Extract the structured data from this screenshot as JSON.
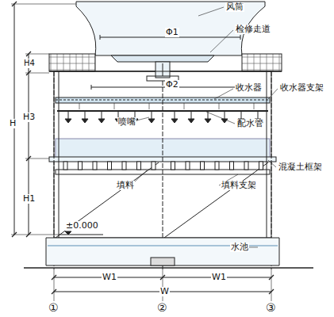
{
  "diagram": {
    "labels": [
      "风筒",
      "检修走道",
      "Φ1",
      "H4",
      "Φ2",
      "收水器",
      "收水器支架",
      "喷嘴",
      "配水管",
      "H3",
      "H",
      "填料",
      "填料支架",
      "混凝土框架",
      "H1",
      "±0.000",
      "水池",
      "W1",
      "W",
      "W1",
      "①",
      "②",
      "③"
    ]
  }
}
